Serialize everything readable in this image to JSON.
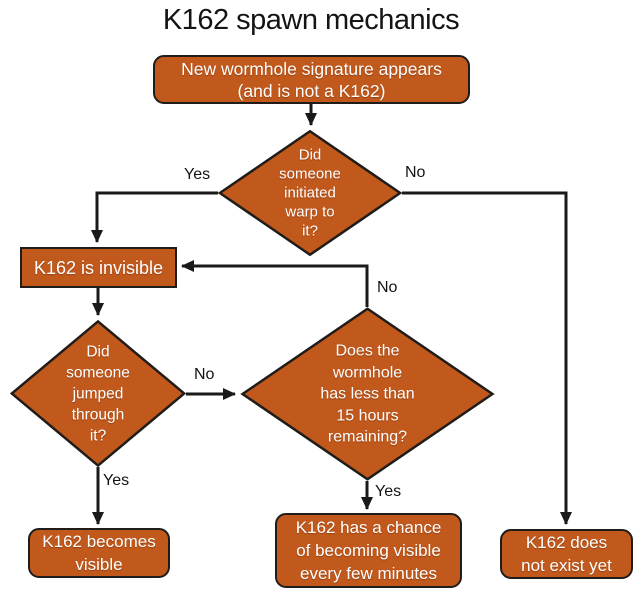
{
  "title": "K162 spawn mechanics",
  "colors": {
    "node_fill": "#C2591C",
    "node_border": "#201C19",
    "node_text": "#FFFFFF",
    "connector_line": "#1A1A1A",
    "background": "#FFFFFF",
    "title_text": "#141414"
  },
  "nodes": {
    "start": {
      "label": "New wormhole signature appears\n(and is not a K162)"
    },
    "decision_warp": {
      "label": "Did\nsomeone\ninitiated\nwarp to\nit?"
    },
    "invisible": {
      "label": "K162 is invisible"
    },
    "decision_jump": {
      "label": "Did\nsomeone\njumped\nthrough\nit?"
    },
    "decision_hours": {
      "label": "Does the\nwormhole\nhas less than\n15 hours\nremaining?"
    },
    "becomes_visible": {
      "label": "K162 becomes\nvisible"
    },
    "chance_visible": {
      "label": "K162 has a chance\nof becoming visible\nevery few minutes"
    },
    "not_exist": {
      "label": "K162 does\nnot exist yet"
    }
  },
  "edge_labels": {
    "warp_yes": "Yes",
    "warp_no": "No",
    "hours_no": "No",
    "jump_no": "No",
    "jump_yes": "Yes",
    "hours_yes": "Yes"
  }
}
